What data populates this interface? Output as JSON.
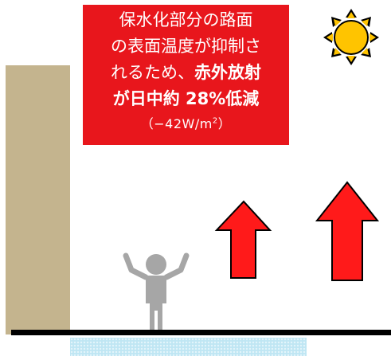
{
  "callout": {
    "line1": "保水化部分の路面",
    "line2": "の表面温度が抑制さ",
    "line3_prefix": "れるため、",
    "line3_bold": "赤外放射",
    "line4_bold": "が日中約 28%低減",
    "effect_prefix": "（−42W/m",
    "effect_sup": "2",
    "effect_suffix": "）"
  },
  "colors": {
    "callout_bg": "#e8161c",
    "arrow_fill": "#ff1a1a",
    "sun_body": "#ffc400",
    "building": "#c4b48e",
    "person": "#a6a6a6",
    "pavement": "#bfe6f3"
  },
  "icons": {
    "sun": "sun-icon",
    "person": "person-icon",
    "arrows": "up-arrow-icon"
  }
}
